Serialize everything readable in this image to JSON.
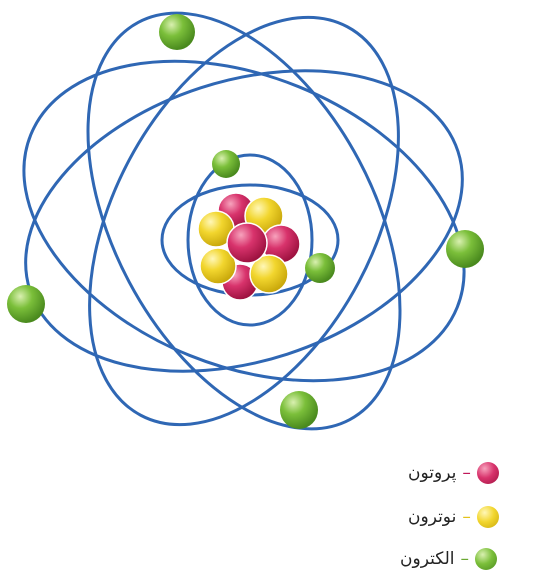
{
  "legend": {
    "proton": {
      "label": "پروتون",
      "dash": "–",
      "color": "#d8336c"
    },
    "neutron": {
      "label": "نوترون",
      "dash": "–",
      "color": "#f2d62e"
    },
    "electron": {
      "label": "الکترون",
      "dash": "–",
      "color": "#7bbf3a"
    }
  },
  "colors": {
    "orbit": "#2f67b4",
    "proton": "#c91f55",
    "neutron": "#f1d021",
    "electron": "#7ab93b"
  }
}
